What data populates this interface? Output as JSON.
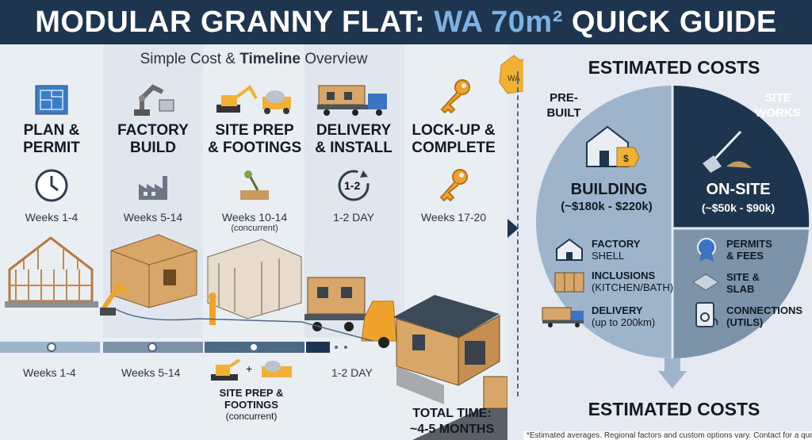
{
  "header": {
    "title_main": "MODULAR GRANNY FLAT: ",
    "title_highlight": "WA 70m²",
    "title_end": " QUICK GUIDE"
  },
  "overview": {
    "prefix": "Simple Cost & ",
    "bold": "Timeline",
    "suffix": " Overview"
  },
  "map_label": "WA",
  "stages": [
    {
      "title_line1": "PLAN &",
      "title_line2": "PERMIT",
      "weeks": "Weeks 1-4",
      "note": ""
    },
    {
      "title_line1": "FACTORY",
      "title_line2": "BUILD",
      "weeks": "Weeks 5-14",
      "note": ""
    },
    {
      "title_line1": "SITE PREP",
      "title_line2": "& FOOTINGS",
      "weeks": "Weeks 10-14",
      "note": "(concurrent)"
    },
    {
      "title_line1": "DELIVERY",
      "title_line2": "& INSTALL",
      "weeks": "1-2 DAY",
      "note": "",
      "badge": "1-2"
    },
    {
      "title_line1": "LOCK-UP &",
      "title_line2": "COMPLETE",
      "weeks": "Weeks 17-20",
      "note": ""
    }
  ],
  "bottom_timeline": {
    "w1": "Weeks 1-4",
    "w2": "Weeks 5-14",
    "w4": "1-2 DAY",
    "site_line1": "SITE PREP &",
    "site_line2": "FOOTINGS",
    "site_note": "(concurrent)",
    "total_line1": "TOTAL TIME:",
    "total_line2": "~4-5 MONTHS"
  },
  "costs": {
    "title_top": "ESTIMATED COSTS",
    "title_bottom": "ESTIMATED COSTS",
    "prebuilt_line1": "PRE-",
    "prebuilt_line2": "BUILT",
    "siteworks_line1": "SITE",
    "siteworks_line2": "WORKS",
    "building_label": "BUILDING",
    "building_range": "(~$180k - $220k)",
    "onsite_label": "ON-SITE",
    "onsite_range": "(~$50k - $90k)",
    "prebuilt_items": [
      {
        "line1": "FACTORY",
        "line2": "SHELL"
      },
      {
        "line1": "INCLUSIONS",
        "line2": "(KITCHEN/BATH)"
      },
      {
        "line1": "DELIVERY",
        "line2": "(up to 200km)"
      }
    ],
    "site_items": [
      {
        "line1": "PERMITS",
        "line2": "& FEES"
      },
      {
        "line1": "SITE &",
        "line2": "SLAB"
      },
      {
        "line1": "CONNECTIONS",
        "line2": "(UTILS)"
      }
    ],
    "footnote": "*Estimated averages. Regional factors and custom options vary. Contact for a quote."
  },
  "colors": {
    "navy": "#1e3550",
    "pie_light": "#9db4cb",
    "pie_dark": "#1e3550",
    "pie_mid": "#7c93aa",
    "wood": "#d9a66a",
    "truck_orange": "#f0a32c"
  }
}
